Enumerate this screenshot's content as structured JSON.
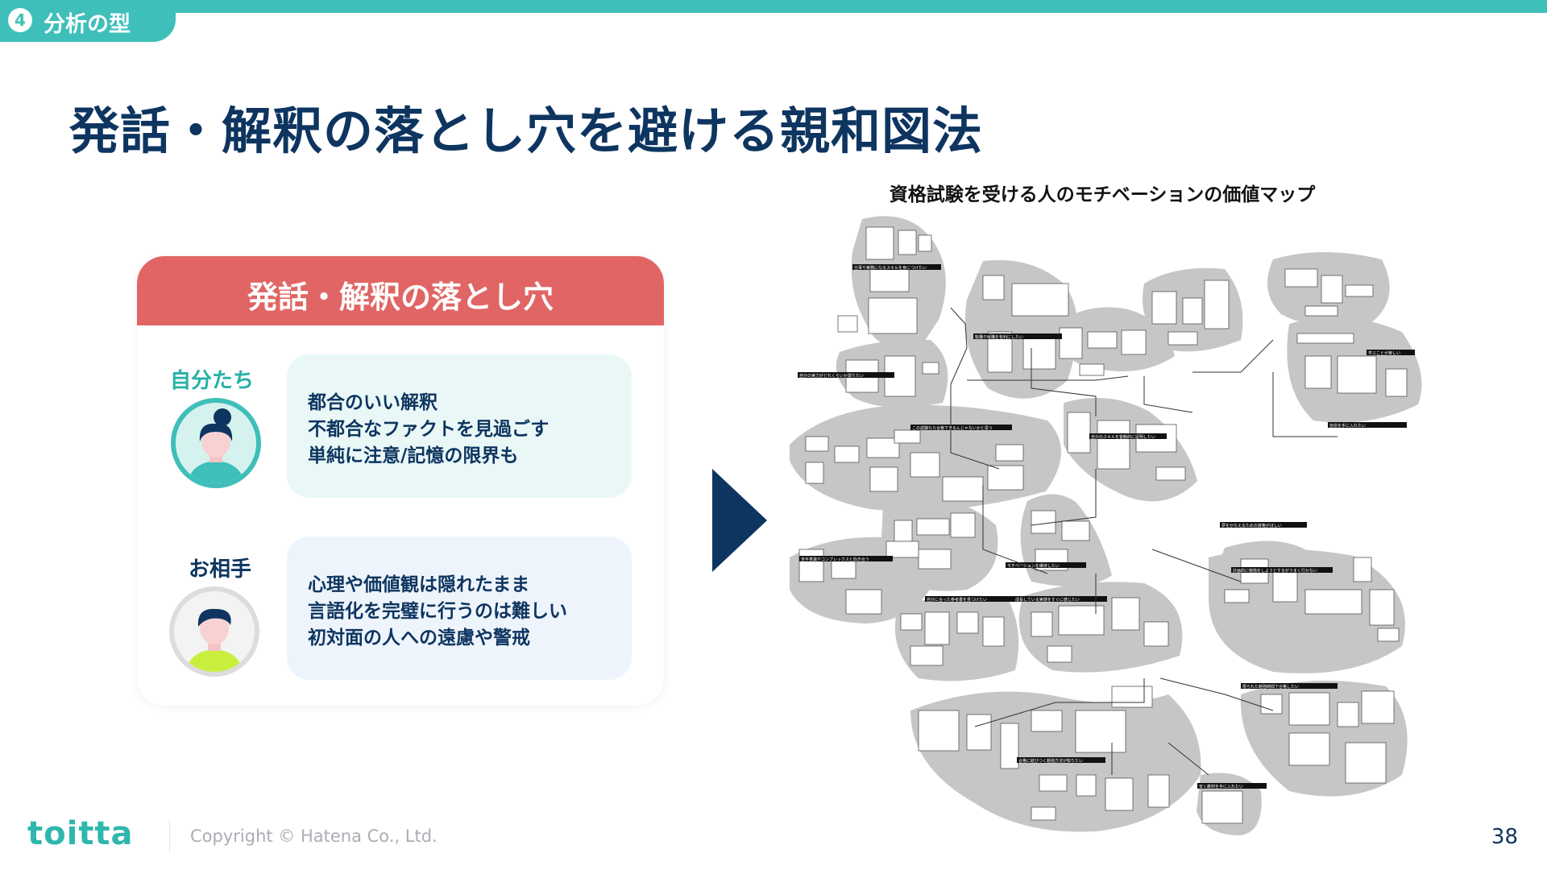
{
  "section": {
    "number": "4",
    "label": "分析の型"
  },
  "page_title": "発話・解釈の落とし穴を避ける親和図法",
  "card": {
    "header": "発話・解釈の落とし穴",
    "self": {
      "label": "自分たち",
      "lines": [
        "都合のいい解釈",
        "不都合なファクトを見過ごす",
        "単純に注意/記憶の限界も"
      ]
    },
    "other": {
      "label": "お相手",
      "lines": [
        "心理や価値観は隠れたまま",
        "言語化を完璧に行うのは難しい",
        "初対面の人への遠慮や警戒"
      ]
    }
  },
  "map": {
    "title": "資格試験を受ける人のモチベーションの価値マップ",
    "group_labels": [
      "仕事や実務になるスキルを身につけたい",
      "自分の実力がどれくらいか測りたい",
      "転職や就職を有利にしたい",
      "学ぶことが楽しい",
      "この試験なら合格できるんじゃないかと思う",
      "自分のスキルを客観的に証明したい",
      "自信を手に入れたい",
      "苦手意識やコンプレックスと向き合う",
      "夢をかなえるための資格がほしい",
      "モチベーションを維持したい",
      "計画的に勉強をしようとするがうまく行かない",
      "自分に合った参考書を見つけたい",
      "成長している実感をすぐに感じたい",
      "限られた勉強時間で合格したい",
      "合格に結びつく勉強方法が知りたい",
      "安く教材を手に入れたい"
    ]
  },
  "footer": {
    "logo": "toitta",
    "copyright": "Copyright © Hatena Co., Ltd.",
    "page": "38"
  },
  "colors": {
    "accent": "#3fbfba",
    "navy": "#0e3560",
    "header_red": "#e06564",
    "bubble_self": "#e9f8f6",
    "bubble_other": "#eef4fb"
  }
}
